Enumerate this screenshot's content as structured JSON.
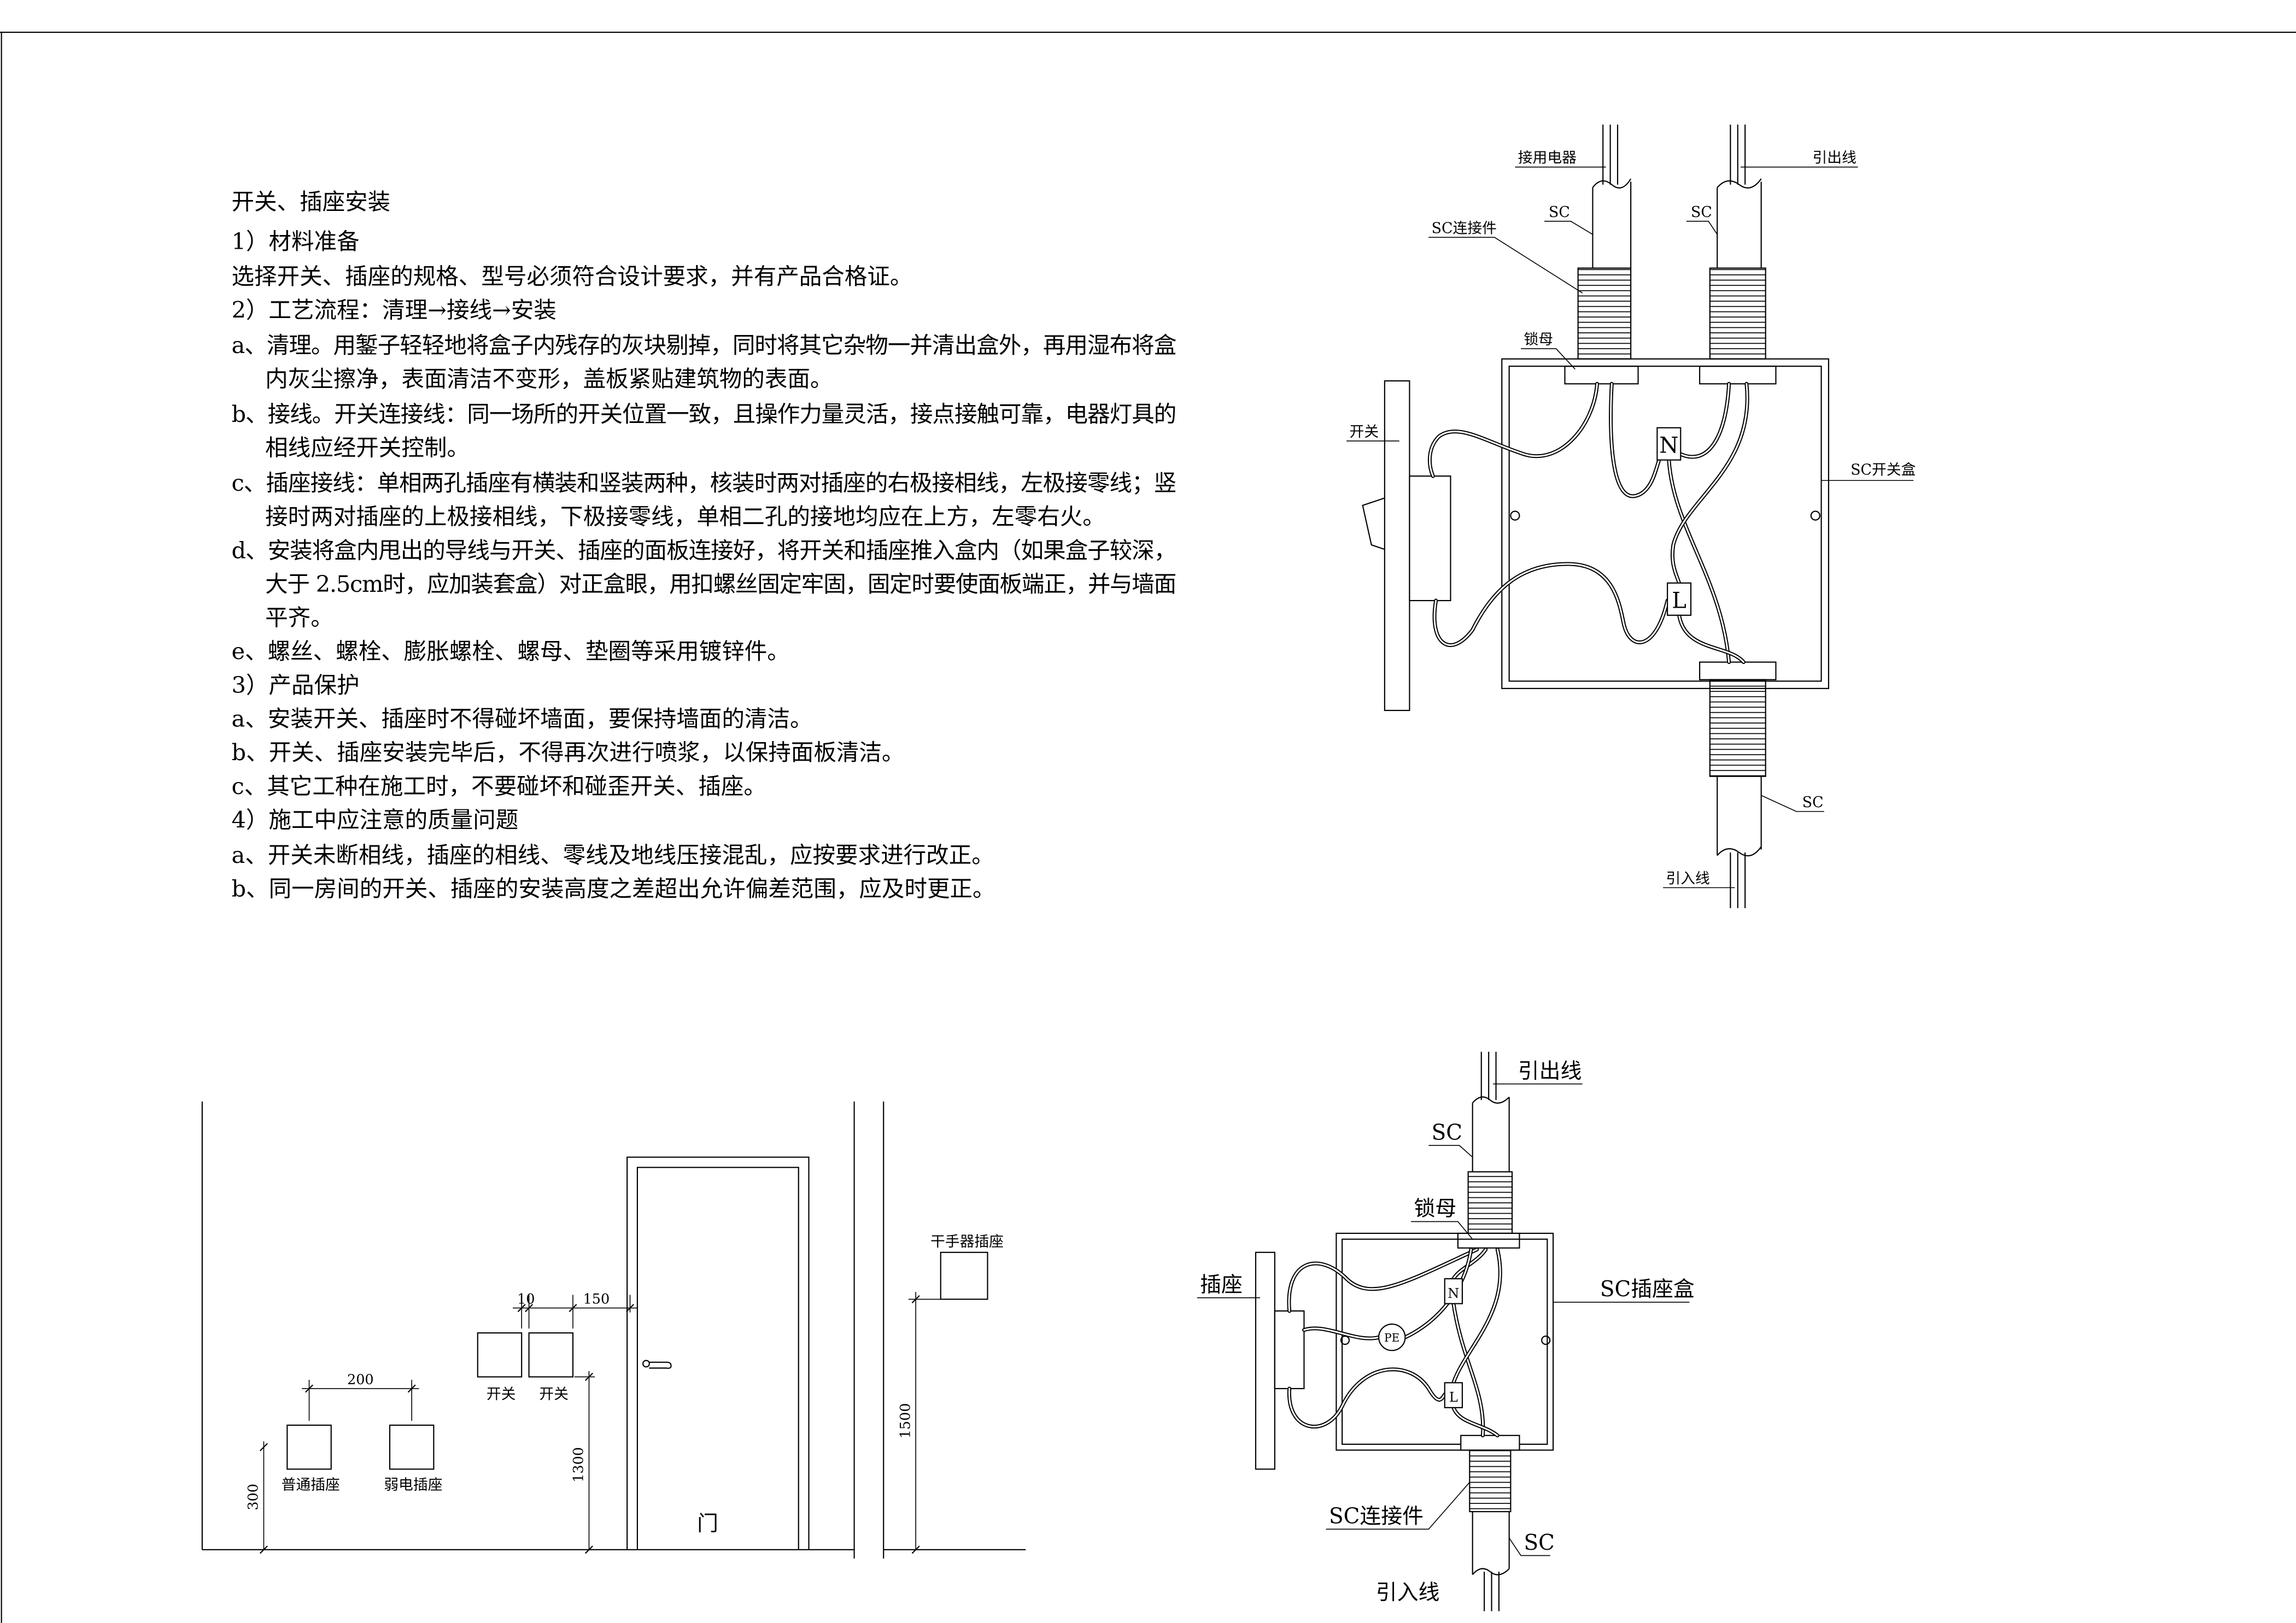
{
  "notes": {
    "title": "开关、插座安装",
    "lines": [
      "1）材料准备",
      "选择开关、插座的规格、型号必须符合设计要求，并有产品合格证。",
      "2）工艺流程：清理→接线→安装",
      "a、清理。用錾子轻轻地将盒子内残存的灰块剔掉，同时将其它杂物一并清出盒外，再用湿布将盒",
      "内灰尘擦净，表面清洁不变形，盖板紧贴建筑物的表面。",
      "b、接线。开关连接线：同一场所的开关位置一致，且操作力量灵活，接点接触可靠，电器灯具的",
      "相线应经开关控制。",
      "c、插座接线：单相两孔插座有横装和竖装两种，核装时两对插座的右极接相线，左极接零线；竖",
      "接时两对插座的上极接相线，下极接零线，单相二孔的接地均应在上方，左零右火。",
      "d、安装将盒内甩出的导线与开关、插座的面板连接好，将开关和插座推入盒内（如果盒子较深，",
      "大于 2.5cm时，应加装套盒）对正盒眼，用扣螺丝固定牢固，固定时要使面板端正，并与墙面",
      "平齐。",
      "e、螺丝、螺栓、膨胀螺栓、螺母、垫圈等采用镀锌件。",
      "3）产品保护",
      "a、安装开关、插座时不得碰坏墙面，要保持墙面的清洁。",
      "b、开关、插座安装完毕后，不得再次进行喷浆，以保持面板清洁。",
      "c、其它工种在施工时，不要碰坏和碰歪开关、插座。",
      "4）施工中应注意的质量问题",
      "a、开关未断相线，插座的相线、零线及地线压接混乱，应按要求进行改正。",
      "b、同一房间的开关、插座的安装高度之差超出允许偏差范围，应及时更正。"
    ]
  },
  "switch_box": {
    "label_appliance": "接用电器",
    "label_outlet_wire": "引出线",
    "label_sc_left": "SC",
    "label_sc_right": "SC",
    "label_connector": "SC连接件",
    "label_locknut": "锁母",
    "label_switch": "开关",
    "terminal_n": "N",
    "label_box": "SC开关盒",
    "terminal_l": "L",
    "label_sc_bottom": "SC",
    "label_inlet_wire": "引入线"
  },
  "elevation": {
    "dim_10": "10",
    "dim_150": "150",
    "switch_1": "开关",
    "switch_2": "开关",
    "dim_200": "200",
    "socket_normal": "普通插座",
    "socket_weak": "弱电插座",
    "dim_300": "300",
    "dim_1300": "1300",
    "door": "门",
    "dryer_socket": "干手器插座",
    "dim_1500": "1500"
  },
  "socket_box": {
    "label_outlet_wire": "引出线",
    "label_sc_top": "SC",
    "label_locknut": "锁母",
    "label_socket": "插座",
    "label_box": "SC插座盒",
    "terminal_n": "N",
    "terminal_pe": "PE",
    "terminal_l": "L",
    "label_connector": "SC连接件",
    "label_sc_bottom": "SC",
    "label_inlet_wire": "引入线"
  }
}
